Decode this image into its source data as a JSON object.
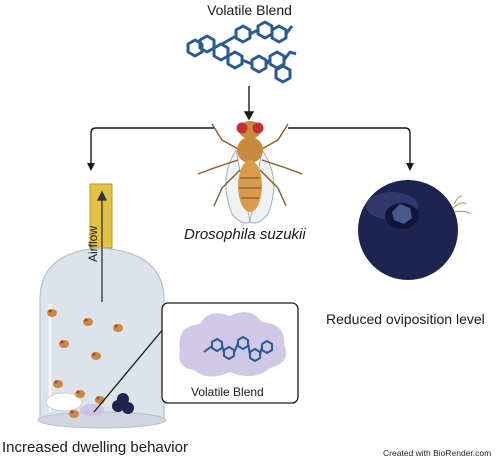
{
  "title": "Volatile Blend",
  "species": "Drosophila suzukii",
  "airflow_label": "Airflow",
  "inset_label": "Volatile Blend",
  "outcome_left": "Increased dwelling behavior",
  "outcome_right": "Reduced oviposition level",
  "credit": "Created with BioRender.com",
  "colors": {
    "molecule": "#2a5a96",
    "fly_body": "#c98a3f",
    "fly_eye": "#c62f2f",
    "blueberry": "#1d2450",
    "glass": "#dde3ea",
    "airflow_tube": "#e2c145",
    "blend_cloud": "#c9bde3"
  },
  "icons": [
    "molecule-cluster-icon",
    "fly-icon",
    "blueberry-icon",
    "bell-jar-icon",
    "airflow-arrow-icon"
  ]
}
